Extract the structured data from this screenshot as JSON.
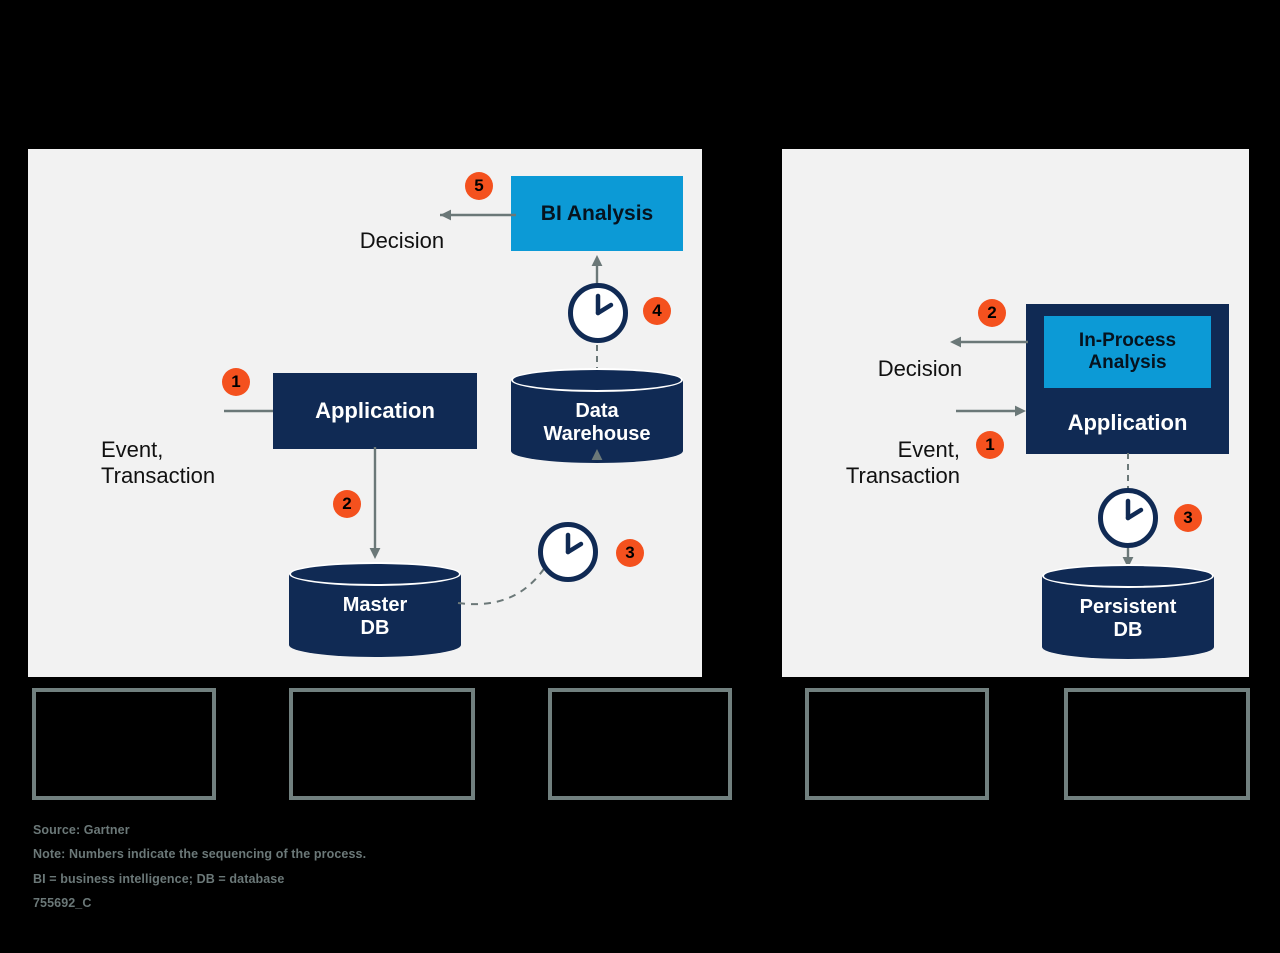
{
  "colors": {
    "panel_bg": "#f2f2f2",
    "navy": "#102a54",
    "cyan": "#0c9ad6",
    "orange": "#f4511e",
    "connector": "#6b7878",
    "page_bg": "#000000",
    "empty_box_border": "#71807f",
    "footer_text": "#6b7878"
  },
  "left_panel": {
    "name": "traditional-bi-flow",
    "decision_label": "Decision",
    "input_label": "Event,\nTransaction",
    "bi_analysis_label": "BI Analysis",
    "application_label": "Application",
    "data_warehouse_label": "Data\nWarehouse",
    "data_warehouse_line1": "Data",
    "data_warehouse_line2": "Warehouse",
    "master_db_label": "Master\nDB",
    "master_db_line1": "Master",
    "master_db_line2": "DB",
    "badges": [
      "1",
      "2",
      "3",
      "4",
      "5"
    ],
    "badge_1": "1",
    "badge_2": "2",
    "badge_3": "3",
    "badge_4": "4",
    "badge_5": "5",
    "clock_top_name": "batch-latency-clock-upper",
    "clock_bottom_name": "batch-latency-clock-lower"
  },
  "right_panel": {
    "name": "in-process-analysis-flow",
    "decision_label": "Decision",
    "input_label": "Event,\nTransaction",
    "in_process_label": "In-Process\nAnalysis",
    "in_process_line1": "In-Process",
    "in_process_line2": "Analysis",
    "application_label": "Application",
    "persistent_db_label": "Persistent\nDB",
    "persistent_db_line1": "Persistent",
    "persistent_db_line2": "DB",
    "badges": [
      "1",
      "2",
      "3"
    ],
    "badge_1": "1",
    "badge_2": "2",
    "badge_3": "3",
    "clock_name": "persistence-latency-clock"
  },
  "caption_boxes": [
    {
      "name": "caption-box-1",
      "text": ""
    },
    {
      "name": "caption-box-2",
      "text": ""
    },
    {
      "name": "caption-box-3",
      "text": ""
    },
    {
      "name": "caption-box-4",
      "text": ""
    },
    {
      "name": "caption-box-5",
      "text": ""
    }
  ],
  "footer": {
    "source": "Source: Gartner",
    "note": "Note: Numbers indicate the sequencing of the process.",
    "abbreviations": "BI = business intelligence; DB = database",
    "doc_id": "755692_C"
  }
}
